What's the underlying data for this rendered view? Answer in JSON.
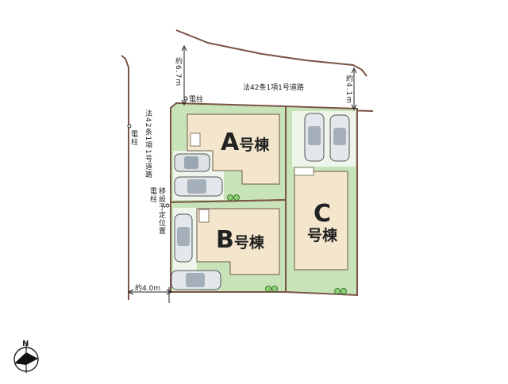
{
  "buildings": {
    "a": {
      "letter": "A",
      "suffix": "号棟"
    },
    "b": {
      "letter": "B",
      "suffix": "号棟"
    },
    "c": {
      "letter": "C",
      "suffix": "号棟"
    }
  },
  "roads": {
    "north_road_label": "法42条1項1号道路",
    "west_road_label": "法42条1項1号道路",
    "north_road_width_left": "約6.7m",
    "north_road_width_right": "約4.1m",
    "west_road_width": "約4.0m"
  },
  "utility_poles": {
    "north_pole": "電柱",
    "west_pole": "電柱",
    "relocation_pole": "移設予定位置電柱"
  },
  "compass": {
    "north_label": "N"
  },
  "colors": {
    "lot_green": "#c9e3b9",
    "lot_border": "#7a5448",
    "house_fill": "#f4e6cc",
    "house_border": "#6a5a4a",
    "road_line": "#7a5448"
  }
}
